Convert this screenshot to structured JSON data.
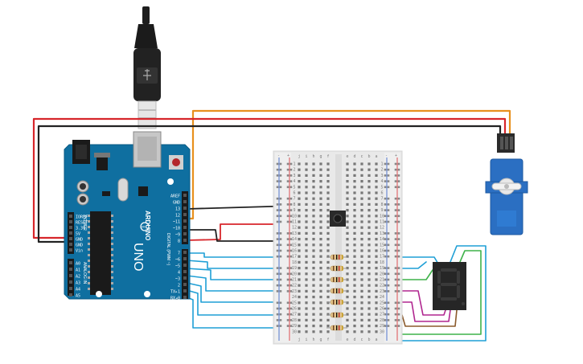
{
  "arduino": {
    "brand": "ARDUINO",
    "model": "UNO",
    "power_header": "POWER",
    "analog_header": "ANALOG IN",
    "digital_header": "DIGITAL (PWM ~)",
    "power_pins": [
      "IOREF",
      "RESET",
      "3.3V",
      "5V",
      "GND",
      "GND",
      "Vin"
    ],
    "analog_pins": [
      "A0",
      "A1",
      "A2",
      "A3",
      "A4",
      "A5"
    ],
    "top_pins": [
      "AREF",
      "GND",
      "13",
      "12",
      "~11",
      "~10",
      "~9",
      "8"
    ],
    "bottom_pins": [
      "7",
      "~6",
      "~5",
      "4",
      "~3",
      "2",
      "TX▸1",
      "RX◂0"
    ]
  },
  "breadboard": {
    "left_letters": [
      "j",
      "i",
      "h",
      "g",
      "f"
    ],
    "right_letters": [
      "e",
      "d",
      "c",
      "b",
      "a"
    ],
    "rail_plus": "+",
    "rail_minus": "-",
    "row_numbers": [
      "1",
      "2",
      "3",
      "4",
      "5",
      "6",
      "7",
      "8",
      "9",
      "10",
      "11",
      "12",
      "13",
      "14",
      "15",
      "16",
      "17",
      "18",
      "19",
      "20",
      "21",
      "22",
      "23",
      "24",
      "25",
      "26",
      "27",
      "28",
      "29",
      "30"
    ]
  },
  "seven_segment": {
    "digit": "8"
  },
  "wire_colors": {
    "orange": "#e8901e",
    "red": "#d7262b",
    "black": "#222222",
    "blue": "#1e9fd6",
    "green": "#3fb24a",
    "purple": "#b0268f",
    "brown": "#8b5a2b"
  }
}
